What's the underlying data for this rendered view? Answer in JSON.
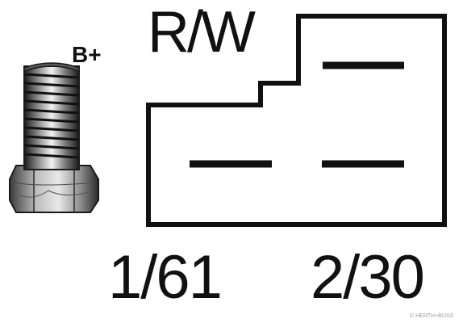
{
  "labels": {
    "terminal_rw": "R/W",
    "terminal_bplus": "B+",
    "pin_1": "1/61",
    "pin_2": "2/30"
  },
  "watermark": "© HERTH+BUSS",
  "colors": {
    "line": "#111111",
    "background": "#ffffff",
    "bolt_light": "#e6e6e6",
    "bolt_dark": "#2a2a2a",
    "watermark": "#9a9a9a"
  },
  "icons": {
    "bolt": "threaded-bolt-hex-nut-icon"
  }
}
